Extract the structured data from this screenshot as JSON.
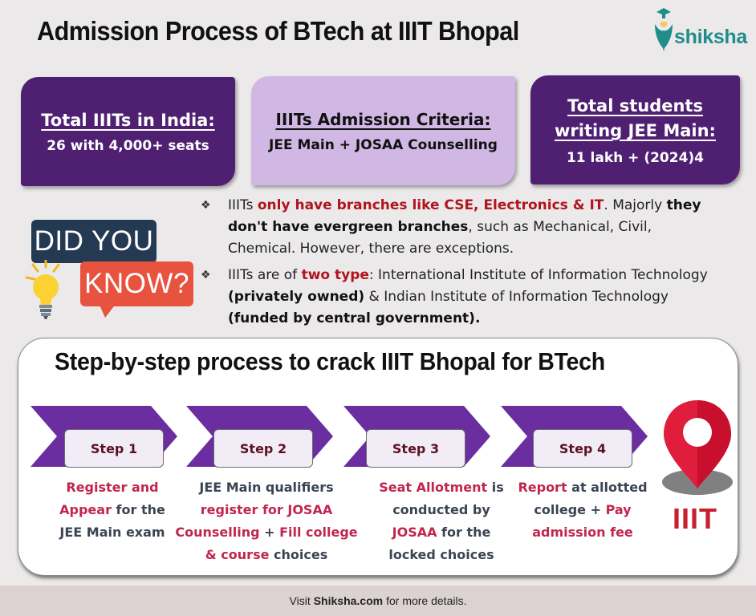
{
  "header": {
    "title": "Admission Process of BTech at IIIT Bhopal",
    "logo_text": "shiksha",
    "logo_icon": "graduation-cap-pen-nib-icon"
  },
  "cards": [
    {
      "heading": "Total IIITs in India:",
      "value": "26 with 4,000+ seats",
      "style": "dark"
    },
    {
      "heading": "IIITs Admission Criteria:",
      "value": "JEE Main + JOSAA Counselling",
      "style": "light"
    },
    {
      "heading_line1": "Total students",
      "heading_line2": "writing JEE Main:",
      "value": "11 lakh + (2024)4",
      "style": "dark"
    }
  ],
  "did_you_know": {
    "line1": "DID YOU",
    "line2": "KNOW?",
    "icon": "lightbulb-icon"
  },
  "facts": {
    "bullet_glyph": "❖",
    "items": [
      {
        "parts": [
          {
            "text": "IIITs ",
            "style": "normal"
          },
          {
            "text": "only have branches like CSE, Electronics & IT",
            "style": "red"
          },
          {
            "text": ". Majorly ",
            "style": "normal"
          },
          {
            "text": "they don't have evergreen branches",
            "style": "bold"
          },
          {
            "text": ", such as Mechanical, Civil, Chemical. However, there are exceptions.",
            "style": "normal"
          }
        ]
      },
      {
        "parts": [
          {
            "text": "IIITs are of ",
            "style": "normal"
          },
          {
            "text": "two type",
            "style": "red"
          },
          {
            "text": ": International Institute of Information Technology ",
            "style": "normal"
          },
          {
            "text": "(privately owned)",
            "style": "bold"
          },
          {
            "text": " & Indian Institute of Information Technology ",
            "style": "normal"
          },
          {
            "text": "(funded by central government).",
            "style": "bold"
          }
        ]
      }
    ]
  },
  "steps_section": {
    "title": "Step-by-step process to crack IIIT Bhopal for BTech",
    "steps": [
      {
        "label": "Step 1",
        "desc": [
          {
            "text": "Register and Appear",
            "style": "pink"
          },
          {
            "text": " for the JEE Main exam",
            "style": "dark"
          }
        ]
      },
      {
        "label": "Step 2",
        "desc": [
          {
            "text": "JEE Main qualifiers ",
            "style": "dark"
          },
          {
            "text": "register for JOSAA Counselling",
            "style": "pink"
          },
          {
            "text": " + ",
            "style": "dark"
          },
          {
            "text": "Fill college & course",
            "style": "pink"
          },
          {
            "text": " choices",
            "style": "dark"
          }
        ]
      },
      {
        "label": "Step 3",
        "desc": [
          {
            "text": "Seat Allotment",
            "style": "pink"
          },
          {
            "text": " is conducted by ",
            "style": "dark"
          },
          {
            "text": "JOSAA",
            "style": "pink"
          },
          {
            "text": " for the locked choices",
            "style": "dark"
          }
        ]
      },
      {
        "label": "Step 4",
        "desc": [
          {
            "text": "Report",
            "style": "pink"
          },
          {
            "text": " at allotted college + ",
            "style": "dark"
          },
          {
            "text": "Pay admission fee",
            "style": "pink"
          }
        ]
      }
    ],
    "destination_label": "IIIT",
    "destination_icon": "map-pin-icon"
  },
  "footer": {
    "prefix": "Visit",
    "link": "Shiksha.com",
    "suffix": "for more details."
  },
  "colors": {
    "dark_purple": "#4f1f72",
    "light_purple": "#d1b8e4",
    "chevron_purple": "#6a2ea0",
    "accent_red": "#b0141d",
    "accent_pink": "#c0264f",
    "teal_logo": "#1f8d8a",
    "dyk_navy": "#243a52",
    "dyk_orange": "#e8533f",
    "pin_red": "#e01e3c"
  }
}
